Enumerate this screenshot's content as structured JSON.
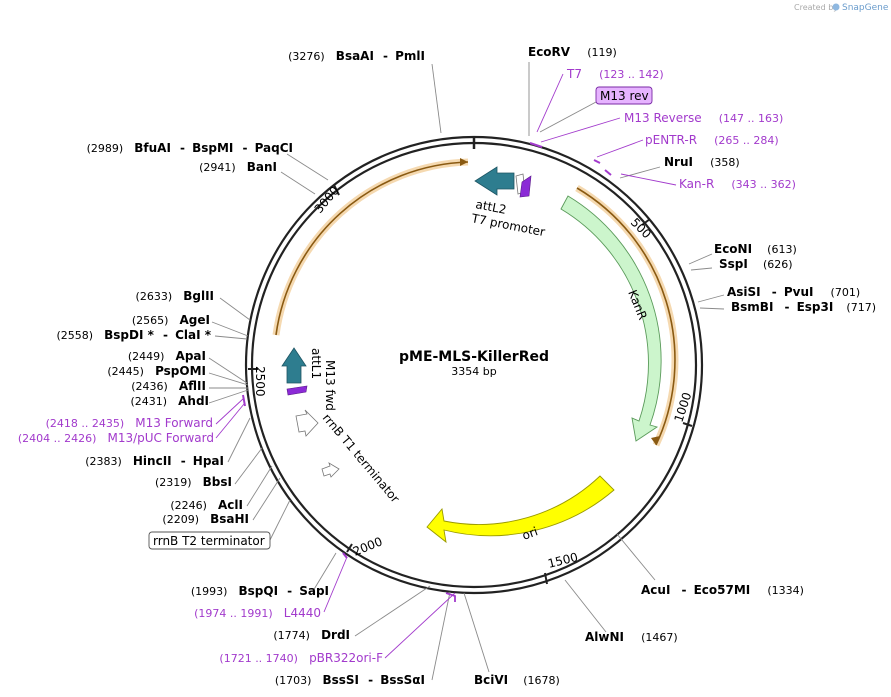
{
  "credit": {
    "prefix": "Created by",
    "brand": "SnapGene"
  },
  "plasmid": {
    "name": "pME-MLS-KillerRed",
    "size": "3354 bp"
  },
  "ticks": [
    "500",
    "1000",
    "1500",
    "2000",
    "2500",
    "3000"
  ],
  "features": {
    "kanr": "KanR",
    "ori": "ori",
    "attl2": "attL2",
    "t7_promoter": "T7 promoter",
    "m13_fwd": "M13 fwd",
    "attl1": "attL1",
    "rrnb_t1": "rrnB T1 terminator"
  },
  "sites": [
    {
      "name": "EcoRV",
      "pos": "(119)"
    },
    {
      "pos": "(3276)",
      "name": "BsaAI",
      "name2": "PmlI"
    },
    {
      "pos": "(2989)",
      "name": "BfuAI",
      "name2": "BspMI",
      "name3": "PaqCI"
    },
    {
      "pos": "(2941)",
      "name": "BanI"
    },
    {
      "name": "NruI",
      "pos": "(358)"
    },
    {
      "name": "EcoNI",
      "pos": "(613)"
    },
    {
      "name": "SspI",
      "pos": "(626)"
    },
    {
      "name": "AsiSI",
      "name2": "PvuI",
      "pos": "(701)"
    },
    {
      "name": "BsmBI",
      "name2": "Esp3I",
      "pos": "(717)"
    },
    {
      "pos": "(2633)",
      "name": "BglII"
    },
    {
      "pos": "(2565)",
      "name": "AgeI"
    },
    {
      "pos": "(2558)",
      "name": "BspDI *",
      "name2": "ClaI *"
    },
    {
      "pos": "(2449)",
      "name": "ApaI"
    },
    {
      "pos": "(2445)",
      "name": "PspOMI"
    },
    {
      "pos": "(2436)",
      "name": "AflII"
    },
    {
      "pos": "(2431)",
      "name": "AhdI"
    },
    {
      "pos": "(2383)",
      "name": "HincII",
      "name2": "HpaI"
    },
    {
      "pos": "(2319)",
      "name": "BbsI"
    },
    {
      "pos": "(2246)",
      "name": "AclI"
    },
    {
      "pos": "(2209)",
      "name": "BsaHI"
    },
    {
      "pos": "(1993)",
      "name": "BspQI",
      "name2": "SapI"
    },
    {
      "pos": "(1774)",
      "name": "DrdI"
    },
    {
      "pos": "(1703)",
      "name": "BssSI",
      "name2": "BssSαI"
    },
    {
      "name": "BciVI",
      "pos": "(1678)"
    },
    {
      "name": "AlwNI",
      "pos": "(1467)"
    },
    {
      "name": "AcuI",
      "name2": "Eco57MI",
      "pos": "(1334)"
    }
  ],
  "primers": [
    {
      "name": "T7",
      "pos": "(123 .. 142)"
    },
    {
      "name": "M13 rev"
    },
    {
      "name": "M13 Reverse",
      "pos": "(147 .. 163)"
    },
    {
      "name": "pENTR-R",
      "pos": "(265 .. 284)"
    },
    {
      "name": "Kan-R",
      "pos": "(343 .. 362)"
    },
    {
      "pos": "(2418 .. 2435)",
      "name": "M13 Forward"
    },
    {
      "pos": "(2404 .. 2426)",
      "name": "M13/pUC Forward"
    },
    {
      "pos": "(1974 .. 1991)",
      "name": "L4440"
    },
    {
      "pos": "(1721 .. 1740)",
      "name": "pBR322ori-F"
    }
  ],
  "boxed_feature": "rrnB T2 terminator",
  "colors": {
    "backbone": "#222222",
    "kanr": "#ccf5cc",
    "ori": "#ffff00",
    "att": "#2e7d8f",
    "orf": "#e0a44a",
    "primer": "#a23acc",
    "primer_box": "#e6b3ff"
  }
}
